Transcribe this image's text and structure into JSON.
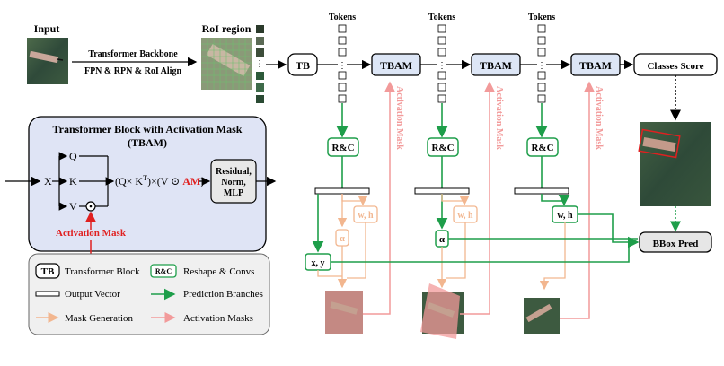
{
  "pipeline": {
    "input_label": "Input",
    "roi_label": "RoI region",
    "backbone_line1": "Transformer Backbone",
    "backbone_line2": "FPN & RPN & RoI Align",
    "tokens_label": "Tokens",
    "tb_label": "TB",
    "tbam_label": "TBAM",
    "classes_label": "Classes Score",
    "bbox_label": "BBox Pred",
    "rc_label": "R&C",
    "activation_mask_vertical": "Activation Mask",
    "branch_xy": "x, y",
    "branch_alpha": "α",
    "branch_wh": "w, h",
    "dots": "⋮"
  },
  "tbam_block": {
    "title_line1": "Transformer Block with Activation Mask",
    "title_line2": "(TBAM)",
    "x_label": "X",
    "q_label": "Q",
    "k_label": "K",
    "v_label": "V",
    "formula_prefix": "(Q× K",
    "formula_sup": "T",
    "formula_mid": ")×(V ⊙ ",
    "formula_am": "AM",
    "formula_end": ")",
    "residual_line1": "Residual,",
    "residual_line2": "Norm,",
    "residual_line3": "MLP",
    "activation_mask_label": "Activation Mask"
  },
  "legend": {
    "tb_box": "TB",
    "tb_text": "Transformer Block",
    "rc_box": "R&C",
    "rc_text": "Reshape & Convs",
    "output_vector": "Output Vector",
    "prediction_branches": "Prediction Branches",
    "mask_generation": "Mask Generation",
    "activation_masks": "Activation Masks"
  },
  "colors": {
    "green": "#1e9e4a",
    "orange": "#f2b68f",
    "pink": "#f29a9a",
    "panel": "#dfe4f5",
    "tbam_fill": "#dde6f6",
    "red": "#e02020"
  }
}
